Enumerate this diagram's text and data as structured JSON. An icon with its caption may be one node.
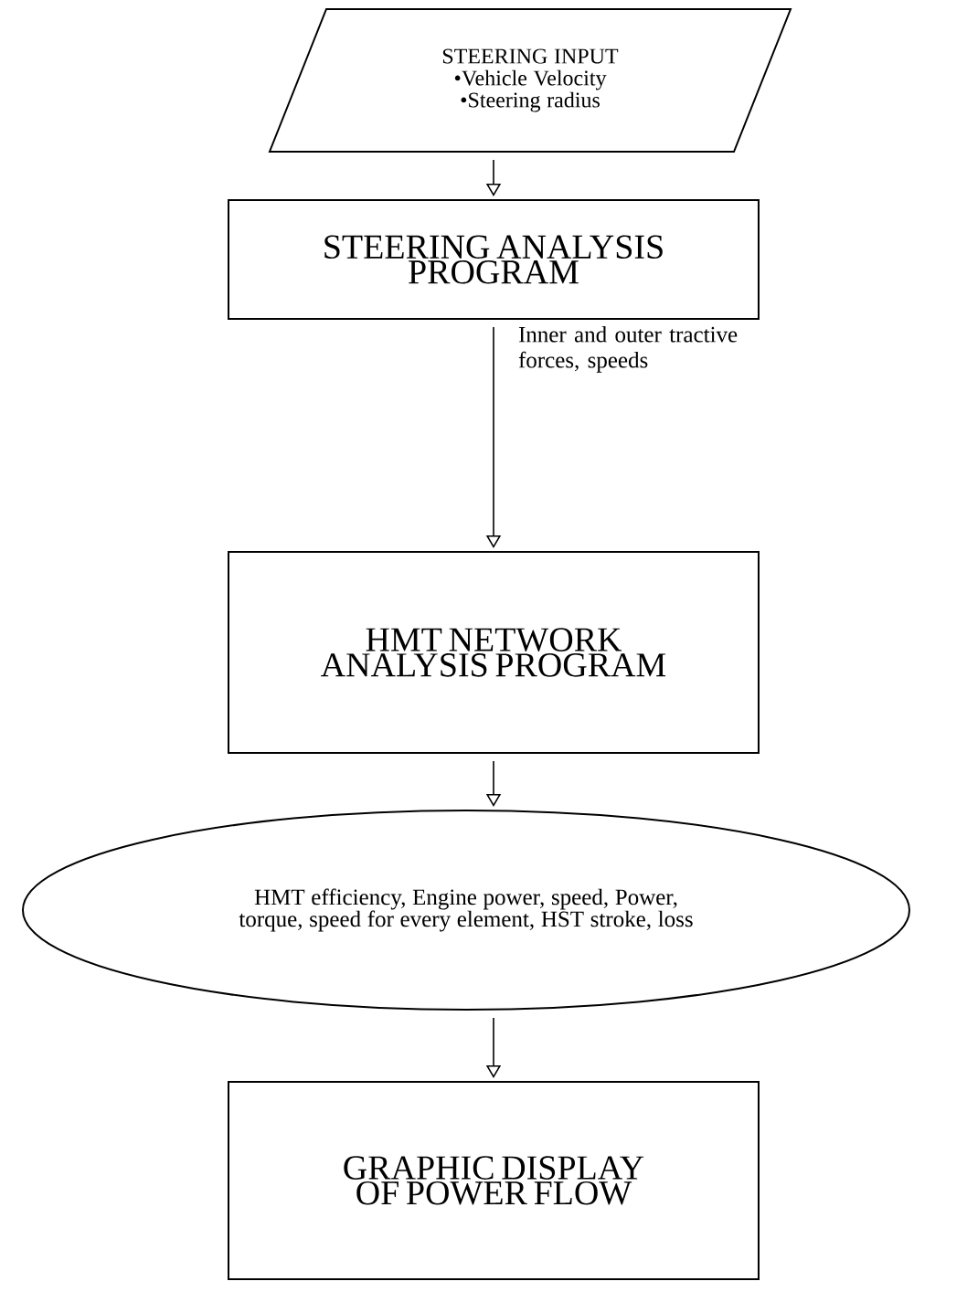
{
  "diagram": {
    "nodes": [
      {
        "text": [
          "STEERING INPUT",
          "•Vehicle Velocity",
          "•Steering radius"
        ]
      },
      {
        "text": [
          "STEERING ANALYSIS PROGRAM"
        ]
      },
      {
        "text": [
          "HMT NETWORK ANALYSIS PROGRAM"
        ]
      },
      {
        "text": [
          "HMT efficiency, Engine power, speed, Power, torque, speed for every element, HST stroke, loss"
        ]
      },
      {
        "text": [
          "GRAPHIC DISPLAY OF POWER FLOW"
        ]
      }
    ],
    "edges": [
      {
        "from": 0,
        "to": 1,
        "arrow": "to"
      },
      {
        "from": 1,
        "to": 2,
        "arrow": "to",
        "label": "Inner and outer tractive forces, speeds"
      },
      {
        "from": 2,
        "to": 3,
        "arrow": "to"
      },
      {
        "from": 3,
        "to": 4,
        "arrow": "to"
      }
    ]
  }
}
